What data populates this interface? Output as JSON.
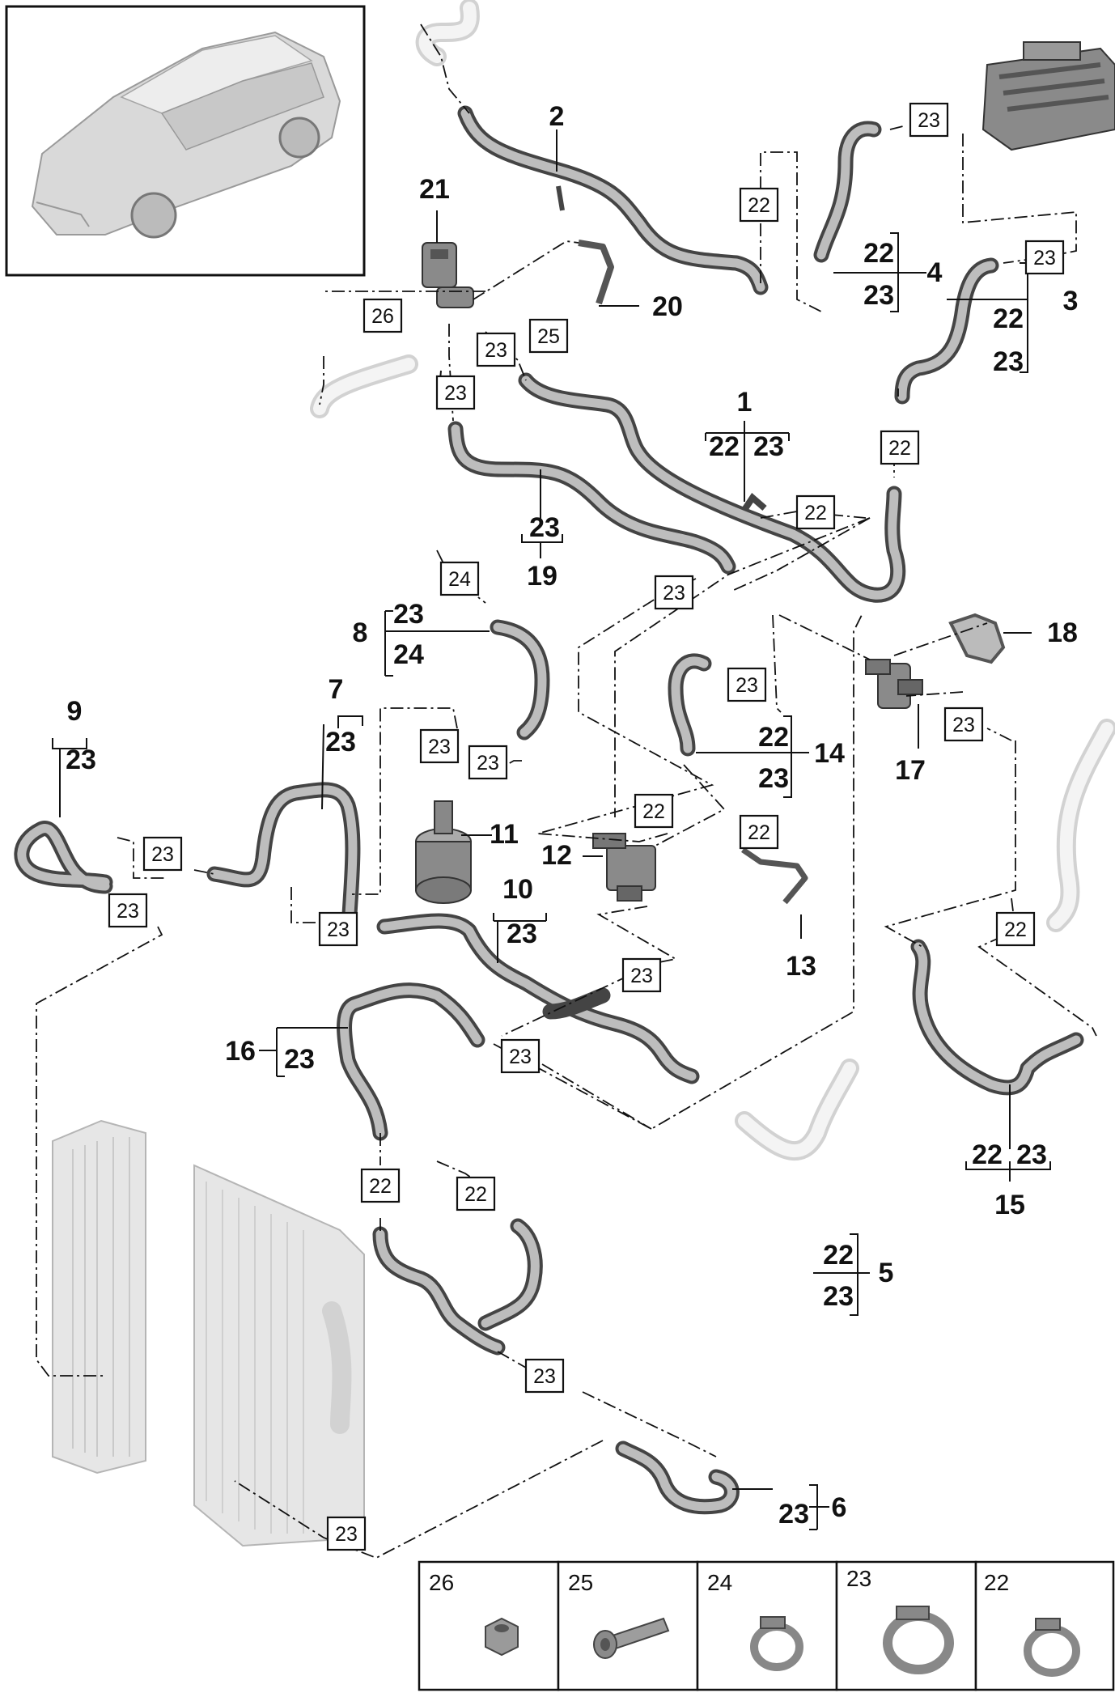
{
  "diagram": {
    "type": "exploded parts diagram",
    "callouts": {
      "c1": "1",
      "c2": "2",
      "c3": "3",
      "c4": "4",
      "c5": "5",
      "c6": "6",
      "c7": "7",
      "c8": "8",
      "c9": "9",
      "c10": "10",
      "c11": "11",
      "c12": "12",
      "c13": "13",
      "c14": "14",
      "c15": "15",
      "c16": "16",
      "c17": "17",
      "c18": "18",
      "c19": "19",
      "c20": "20",
      "c21": "21"
    },
    "sublabels": {
      "s1a": "22",
      "s1b": "23",
      "s3a": "22",
      "s3b": "23",
      "s4a": "22",
      "s4b": "23",
      "s5a": "22",
      "s5b": "23",
      "s6": "23",
      "s7": "23",
      "s8a": "23",
      "s8b": "24",
      "s9": "23",
      "s10": "23",
      "s14a": "22",
      "s14b": "23",
      "s15a": "22",
      "s15b": "23",
      "s16": "23",
      "s19": "23"
    },
    "boxes": {
      "b01": "23",
      "b02": "22",
      "b03": "22",
      "b04": "23",
      "b05": "22",
      "b06": "22",
      "b07": "26",
      "b08": "25",
      "b09": "23",
      "b10": "23",
      "b11": "22",
      "b12": "23",
      "b13": "24",
      "b14": "23",
      "b15": "23",
      "b16": "23",
      "b17": "23",
      "b18": "22",
      "b19": "23",
      "b20": "23",
      "b21": "23",
      "b22": "23",
      "b23": "23",
      "b24": "22",
      "b25": "22",
      "b26": "22",
      "b27": "23",
      "b28": "23"
    }
  },
  "legend": {
    "items": [
      {
        "label": "26",
        "icon": "hex-nut-icon"
      },
      {
        "label": "25",
        "icon": "bolt-icon"
      },
      {
        "label": "24",
        "icon": "hose-clamp-icon"
      },
      {
        "label": "23",
        "icon": "hose-clamp-icon"
      },
      {
        "label": "22",
        "icon": "hose-clamp-icon"
      }
    ]
  },
  "colors": {
    "line": "#111111",
    "hose": "#444444",
    "hose_highlight": "#bdbdbd",
    "ghost_part": "#d2d2d2"
  }
}
